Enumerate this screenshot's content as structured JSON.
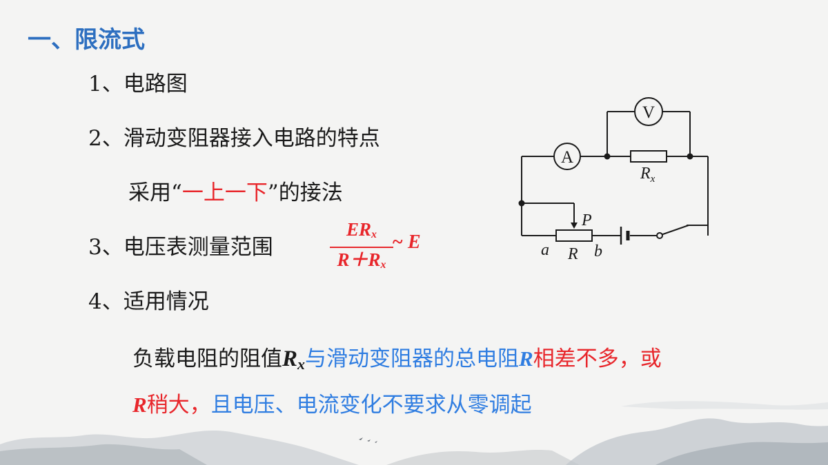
{
  "title": "一、限流式",
  "items": {
    "circuit_diagram": "1、电路图",
    "feature_heading": "2、滑动变阻器接入电路的特点",
    "feature_prefix": "采用“",
    "feature_highlight": "一上一下",
    "feature_suffix": "”的接法",
    "range_heading": "3、电压表测量范围",
    "usage_heading": "4、适用情况"
  },
  "formula": {
    "num_main": "ER",
    "num_sub": "x",
    "den_main": "R＋R",
    "den_sub": "x",
    "tilde_e": "~ E"
  },
  "condition": {
    "line1_part1": "负载电阻的阻值",
    "rx_main": "R",
    "rx_sub": "x",
    "line1_part2": "与滑动变阻器的总电阻",
    "r_symbol": "R",
    "line1_part3": "相差不多，或",
    "line2_r": "R",
    "line2_part1": "稍大，",
    "line2_part2": "且电压、电流变化不要求从零调起"
  },
  "circuit": {
    "voltmeter": "V",
    "ammeter": "A",
    "rx_main": "R",
    "rx_sub": "x",
    "slider": "P",
    "end_a": "a",
    "rheostat": "R",
    "end_b": "b"
  },
  "colors": {
    "title": "#2d6fc0",
    "red": "#e8262b",
    "blue": "#2f7de1"
  }
}
